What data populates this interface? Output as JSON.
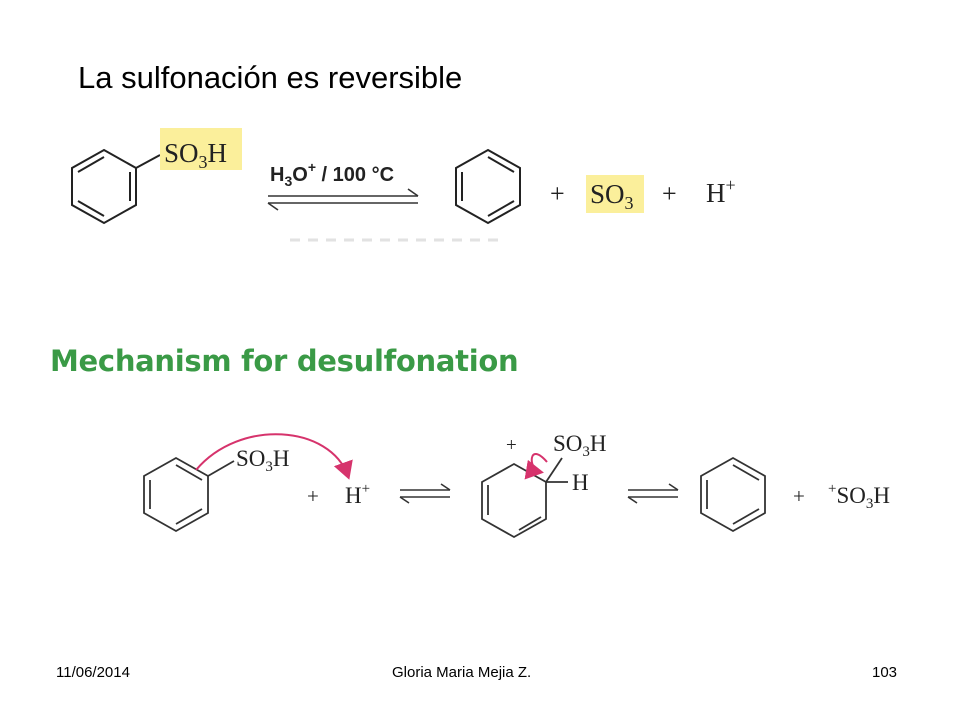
{
  "slide": {
    "title": "La sulfonación es reversible",
    "mechanism_title": "Mechanism for desulfonation"
  },
  "reaction1": {
    "reactant_group": "SO3H",
    "reactant_group_parts": [
      "SO",
      "3",
      "H"
    ],
    "conditions_parts": [
      "H",
      "3",
      "O",
      "+",
      " / 100 °C"
    ],
    "plus_1": "+",
    "product_so3_parts": [
      "SO",
      "3"
    ],
    "plus_2": "+",
    "proton_parts": [
      "H",
      "+"
    ],
    "highlight_color": "#fbef9b"
  },
  "mechanism": {
    "reactant_group_parts": [
      "SO",
      "3",
      "H"
    ],
    "plus_1": "+",
    "proton_parts": [
      "H",
      "+"
    ],
    "intermediate_charge": "+",
    "intermediate_group_parts": [
      "SO",
      "3",
      "H"
    ],
    "intermediate_h": "H",
    "plus_2": "+",
    "product_group_parts": [
      "+",
      "SO",
      "3",
      "H"
    ],
    "arrow_color": "#d6336c",
    "title_color": "#3a9a46"
  },
  "footer": {
    "date": "11/06/2014",
    "author": "Gloria Maria Mejia Z.",
    "page": "103"
  }
}
